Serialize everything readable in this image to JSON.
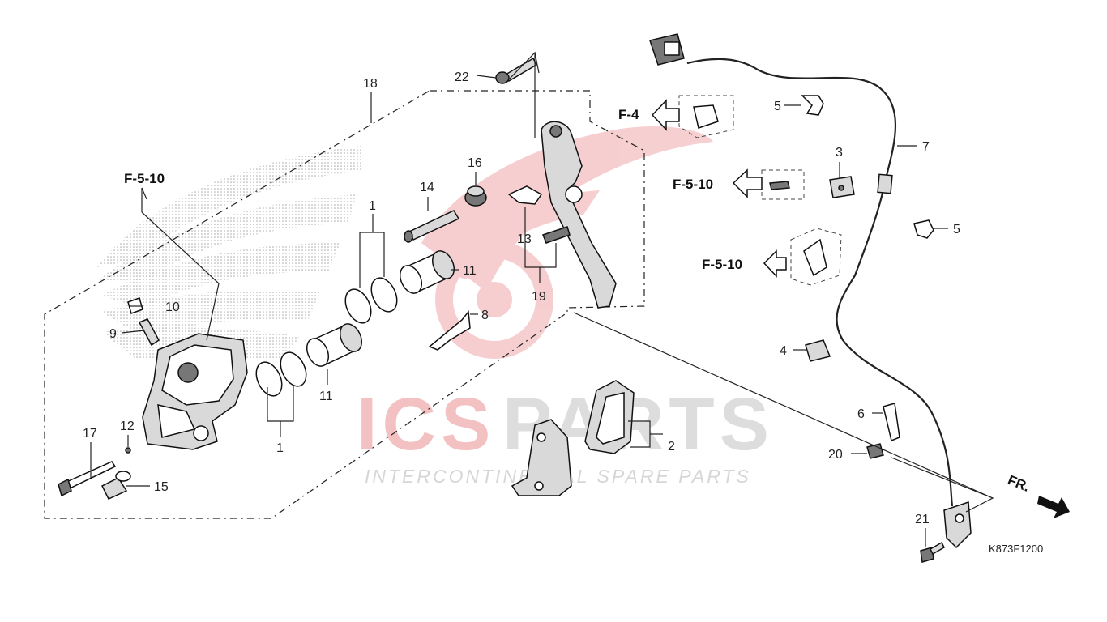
{
  "watermark": {
    "brand": "ICSPARTS",
    "tagline": "INTERCONTINENTAL SPARE PARTS",
    "brand_color": "#d8262b",
    "gray_color": "#b5b5b5"
  },
  "diagram_code": "K873F1200",
  "front_label": "FR.",
  "refs": {
    "f510_left": "F-5-10",
    "f4": "F-4",
    "f510_mid": "F-5-10",
    "f510_low": "F-5-10"
  },
  "callouts": {
    "c1a": "1",
    "c1b": "1",
    "c2": "2",
    "c3": "3",
    "c4": "4",
    "c5a": "5",
    "c5b": "5",
    "c6": "6",
    "c7": "7",
    "c8": "8",
    "c9": "9",
    "c10": "10",
    "c11a": "11",
    "c11b": "11",
    "c12": "12",
    "c13": "13",
    "c14": "14",
    "c15": "15",
    "c16": "16",
    "c17": "17",
    "c18": "18",
    "c19": "19",
    "c20": "20",
    "c21": "21",
    "c22": "22"
  }
}
